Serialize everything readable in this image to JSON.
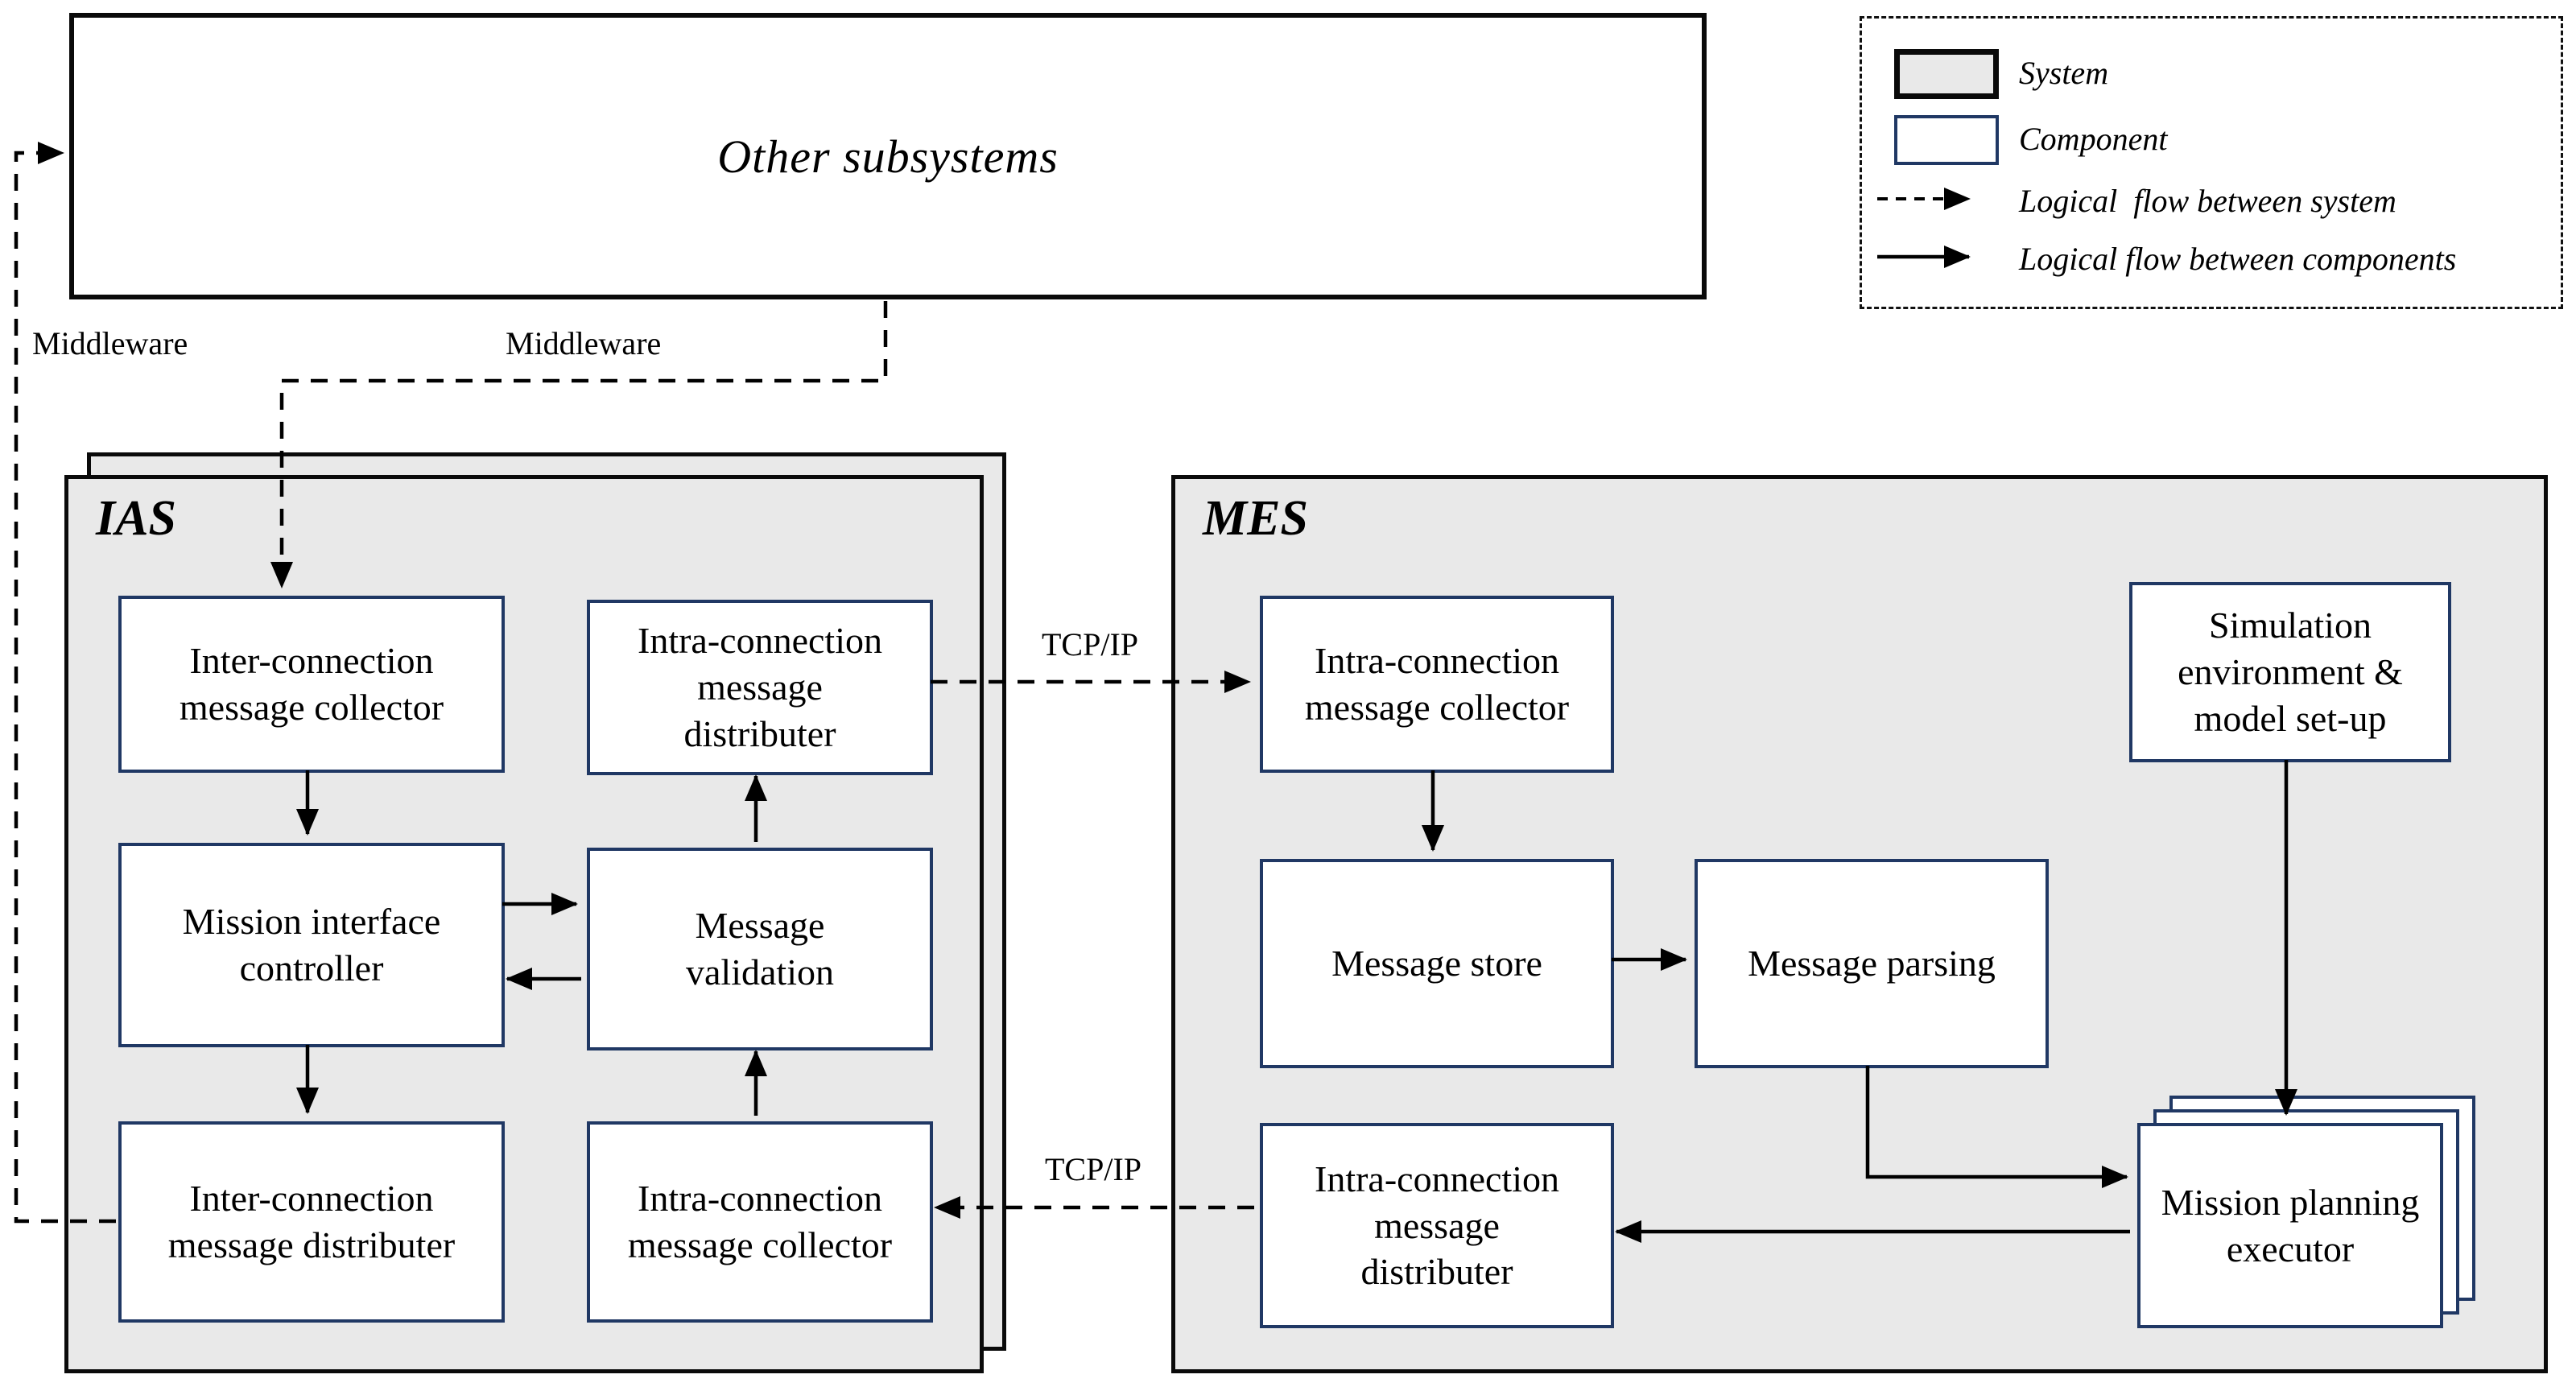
{
  "diagram": {
    "other_subsystems": {
      "label": "Other subsystems"
    },
    "flow_labels": {
      "middleware_left": "Middleware",
      "middleware_center": "Middleware",
      "tcpip_top": "TCP/IP",
      "tcpip_bottom": "TCP/IP"
    },
    "ias": {
      "title": "IAS",
      "components": {
        "inter_collector": "Inter-connection\nmessage collector",
        "intra_distributer": "Intra-connection\nmessage\ndistributer",
        "mission_controller": "Mission interface\ncontroller",
        "message_validation": "Message\nvalidation",
        "inter_distributer": "Inter-connection\nmessage distributer",
        "intra_collector": "Intra-connection\nmessage collector"
      }
    },
    "mes": {
      "title": "MES",
      "components": {
        "intra_collector": "Intra-connection\nmessage collector",
        "sim_env": "Simulation\nenvironment &\nmodel set-up",
        "message_store": "Message store",
        "message_parsing": "Message parsing",
        "intra_distributer": "Intra-connection\nmessage\ndistributer",
        "mission_executor": "Mission planning\nexecutor"
      }
    },
    "legend": {
      "system": "System",
      "component": "Component",
      "flow_system": "Logical  flow between system",
      "flow_components": "Logical flow between components"
    },
    "colors": {
      "system_fill": "#e9e9e9",
      "component_border": "#203864",
      "line": "#000000"
    }
  }
}
